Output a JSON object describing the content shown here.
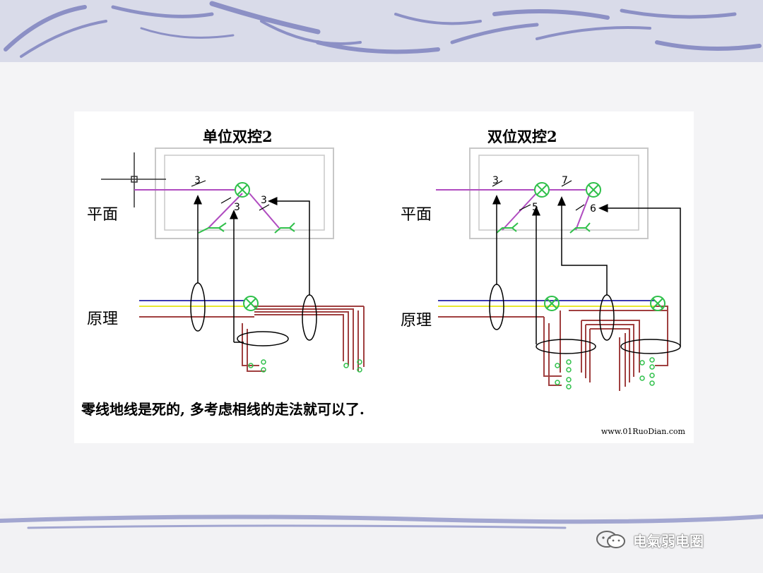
{
  "titles": {
    "left": "单位双控2",
    "right": "双位双控2"
  },
  "labels": {
    "plan_left": "平面",
    "schematic_left": "原理",
    "plan_right": "平面",
    "schematic_right": "原理"
  },
  "numbers": {
    "l1": "3",
    "l2": "3",
    "l3": "3",
    "r1": "3",
    "r2": "7",
    "r3": "5",
    "r4": "6"
  },
  "note": "零线地线是死的, 多考虑相线的走法就可以了.",
  "website": "www.01RuoDian.com",
  "watermark": "电氣弱电圈",
  "colors": {
    "phase": "#a04040",
    "neutral": "#3a3ab0",
    "earth": "#e8e830",
    "switch": "#b04cc0",
    "lamp": "#2fc04a",
    "arrow": "#000000",
    "box": "#c8c8c8"
  }
}
